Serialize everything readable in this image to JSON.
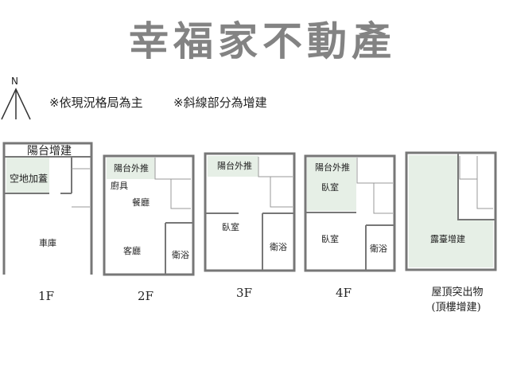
{
  "notes": [
    "※依現況格局為主",
    "※斜線部分為增建"
  ],
  "compass": {
    "label": "N"
  },
  "watermark": "幸福家不動產",
  "floors": [
    {
      "label": "1F",
      "rooms": [
        "陽台增建",
        "空地加蓋",
        "車庫"
      ]
    },
    {
      "label": "2F",
      "rooms": [
        "陽台外推",
        "廚具",
        "餐廳",
        "客廳",
        "衛浴"
      ]
    },
    {
      "label": "3F",
      "rooms": [
        "陽台外推",
        "臥室",
        "衛浴"
      ]
    },
    {
      "label": "4F",
      "rooms": [
        "陽台外推",
        "臥室",
        "臥室",
        "衛浴"
      ]
    },
    {
      "label": "屋頂突出物(頂樓增建)",
      "rooms": [
        "露臺增建"
      ]
    }
  ],
  "colors": {
    "wall": "#777777",
    "addition_fill": "#e6efe6"
  }
}
